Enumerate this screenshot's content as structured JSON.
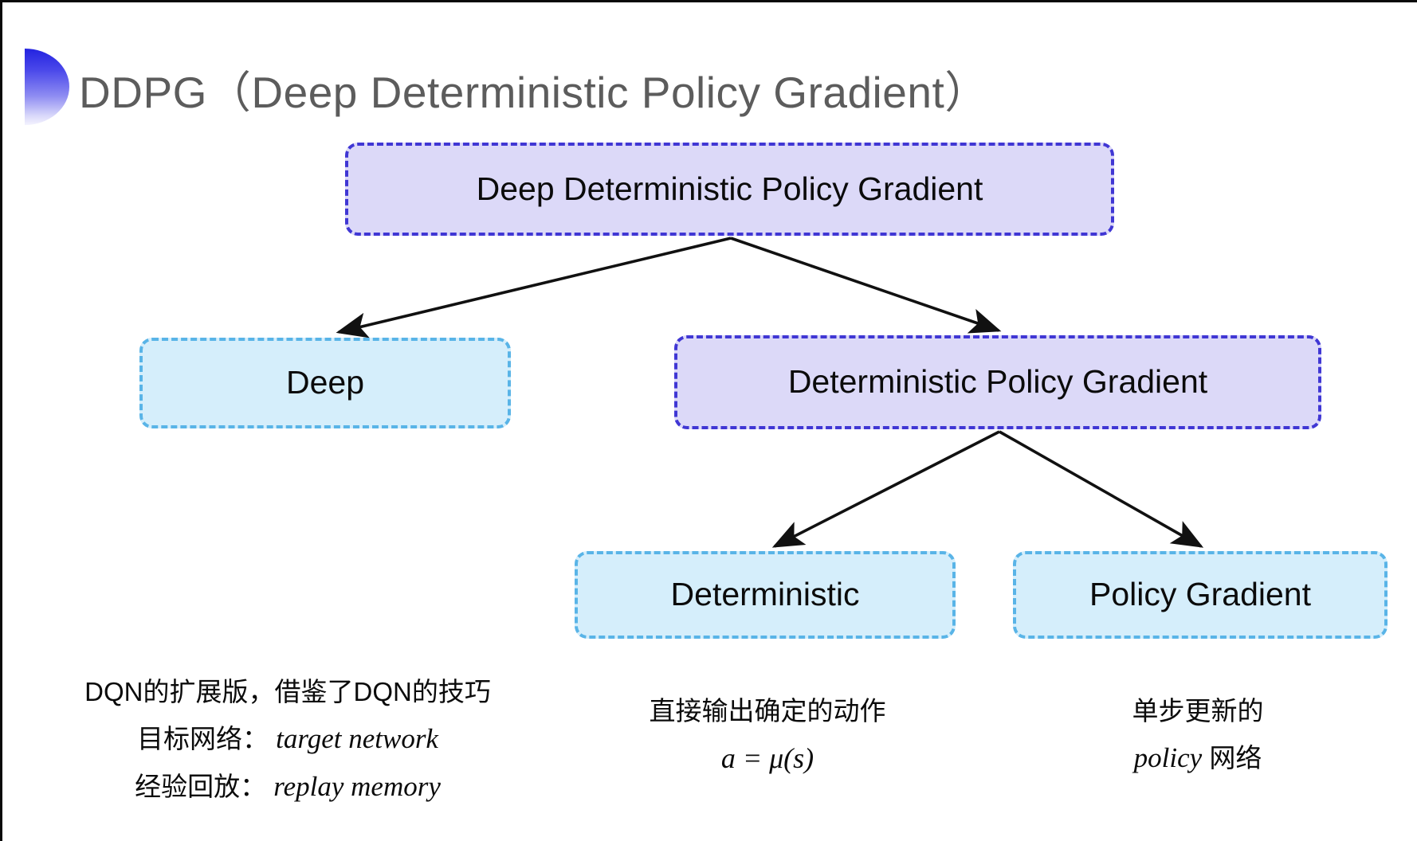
{
  "slide": {
    "title": "DDPG（Deep Deterministic Policy Gradient）",
    "bullet_icon": "half-circle-gradient-icon",
    "background_color": "#ffffff",
    "title_color": "#5c5c5c"
  },
  "diagram": {
    "type": "tree",
    "colors": {
      "purple_fill": "#dcd9f8",
      "purple_border": "#4037d4",
      "blue_fill": "#d5eefb",
      "blue_border": "#59b4e7",
      "arrow": "#111111"
    },
    "nodes": {
      "root": {
        "label": "Deep Deterministic Policy Gradient",
        "style": "purple"
      },
      "deep": {
        "label": "Deep",
        "style": "blue"
      },
      "dpg": {
        "label": "Deterministic Policy Gradient",
        "style": "purple"
      },
      "deterministic": {
        "label": "Deterministic",
        "style": "blue"
      },
      "policy_gradient": {
        "label": "Policy Gradient",
        "style": "blue"
      }
    },
    "edges": [
      {
        "from": "root",
        "to": "deep"
      },
      {
        "from": "root",
        "to": "dpg"
      },
      {
        "from": "dpg",
        "to": "deterministic"
      },
      {
        "from": "dpg",
        "to": "policy_gradient"
      }
    ]
  },
  "annotations": {
    "deep": {
      "line1": "DQN的扩展版，借鉴了DQN的技巧",
      "line2_label": "目标网络：",
      "line2_term": "target network",
      "line3_label": "经验回放：",
      "line3_term": "replay memory"
    },
    "deterministic": {
      "line1": "直接输出确定的动作",
      "formula": "a = μ(s)"
    },
    "policy_gradient": {
      "line1": "单步更新的",
      "line2_term": "policy",
      "line2_suffix": " 网络"
    }
  }
}
